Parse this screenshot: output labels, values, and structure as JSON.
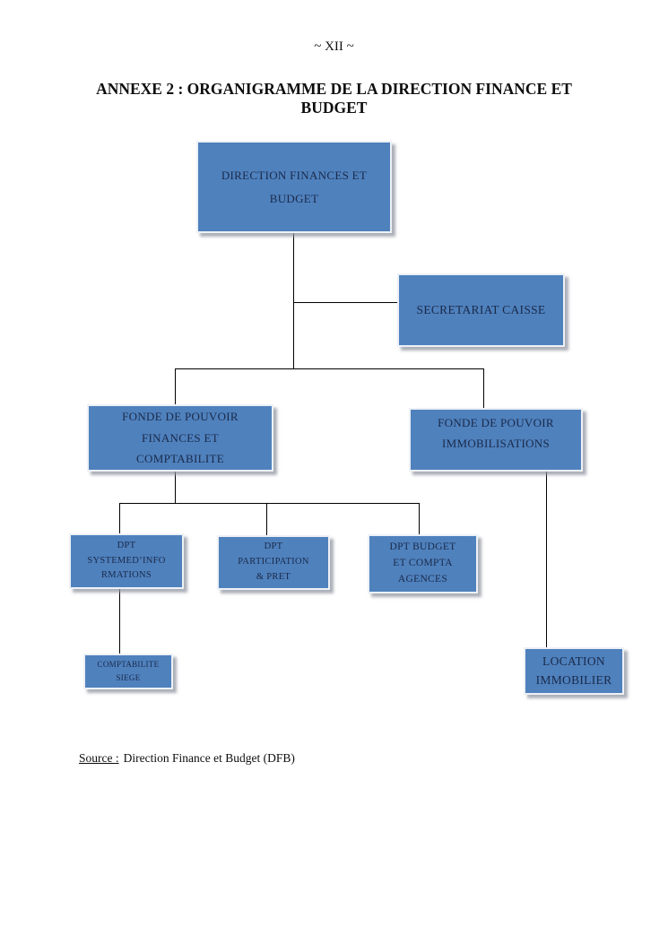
{
  "page": {
    "page_number": "~ XII ~",
    "title_line1": "ANNEXE  2 : ORGANIGRAMME DE LA DIRECTION FINANCE ET",
    "title_line2": "BUDGET",
    "source_label": "Source :",
    "source_text": "Direction Finance et Budget (DFB)"
  },
  "colors": {
    "box_fill": "#4F81BD",
    "box_border": "#EDF1F6",
    "box_text": "#1A2A4A",
    "box_shadow": "#9BA1AC",
    "connector": "#000000",
    "page_background": "#FFFFFF"
  },
  "chart_data": {
    "type": "org-chart",
    "title": "ORGANIGRAMME DE LA DIRECTION FINANCE ET BUDGET",
    "nodes": {
      "direction": {
        "label": "DIRECTION FINANCES ET\nBUDGET"
      },
      "secretariat": {
        "label": "SECRETARIAT CAISSE"
      },
      "fonde_finances": {
        "label": "FONDE DE POUVOIR\nFINANCES ET\nCOMPTABILITE"
      },
      "fonde_immo": {
        "label": "FONDE DE POUVOIR\nIMMOBILISATIONS"
      },
      "dpt_systeme": {
        "label": "DPT\nSYSTEMED’INFO\nRMATIONS"
      },
      "dpt_participation": {
        "label": "DPT\nPARTICIPATION\n& PRET"
      },
      "dpt_budget": {
        "label": "DPT BUDGET\nET COMPTA\nAGENCES"
      },
      "compta_siege": {
        "label": "COMPTABILITE\nSIEGE"
      },
      "location": {
        "label": "LOCATION\nIMMOBILIER"
      }
    },
    "edges": [
      {
        "from": "direction",
        "to": "secretariat"
      },
      {
        "from": "direction",
        "to": "fonde_finances"
      },
      {
        "from": "direction",
        "to": "fonde_immo"
      },
      {
        "from": "fonde_finances",
        "to": "dpt_systeme"
      },
      {
        "from": "fonde_finances",
        "to": "dpt_participation"
      },
      {
        "from": "fonde_finances",
        "to": "dpt_budget"
      },
      {
        "from": "dpt_systeme",
        "to": "compta_siege"
      },
      {
        "from": "fonde_immo",
        "to": "location"
      }
    ]
  }
}
